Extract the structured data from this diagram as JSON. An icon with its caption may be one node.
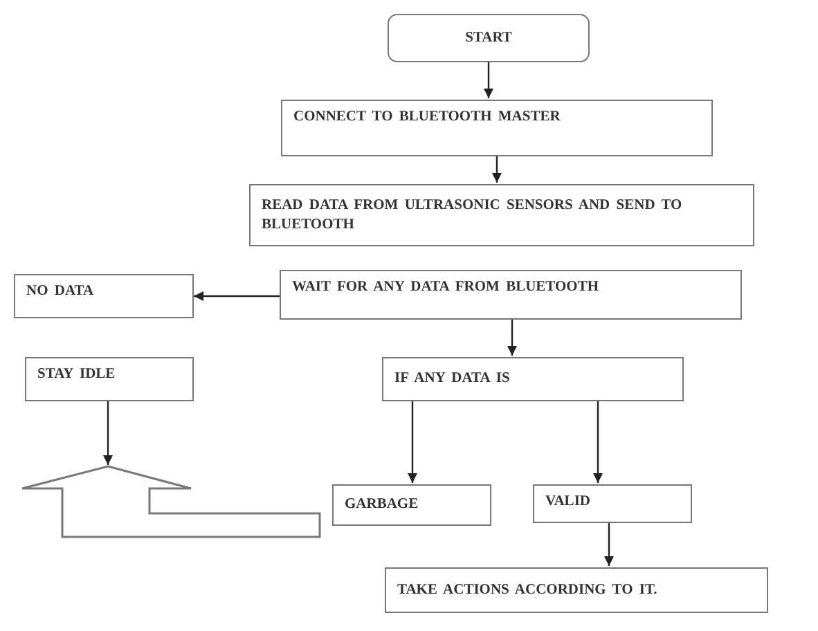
{
  "diagram": {
    "nodes": [
      {
        "text": [
          "START"
        ]
      },
      {
        "text": [
          "CONNECT TO BLUETOOTH MASTER"
        ]
      },
      {
        "text": [
          "READ DATA FROM ULTRASONIC SENSORS AND SEND TO BLUETOOTH"
        ]
      },
      {
        "text": [
          "NO DATA"
        ]
      },
      {
        "text": [
          "WAIT FOR ANY DATA FROM BLUETOOTH"
        ]
      },
      {
        "text": [
          "STAY IDLE"
        ]
      },
      {
        "text": [
          "IF ANY DATA IS"
        ]
      },
      {
        "text": [],
        "shape": "arrow"
      },
      {
        "text": [
          "GARBAGE"
        ]
      },
      {
        "text": [
          "VALID"
        ]
      },
      {
        "text": [
          "TAKE ACTIONS ACCORDING TO IT."
        ]
      }
    ],
    "edges": [
      {
        "from": 0,
        "to": 1,
        "arrow": "to"
      },
      {
        "from": 1,
        "to": 2,
        "arrow": "to"
      },
      {
        "from": 4,
        "to": 3,
        "arrow": "to"
      },
      {
        "from": 4,
        "to": 6,
        "arrow": "to"
      },
      {
        "from": 5,
        "to": 7,
        "arrow": "to"
      },
      {
        "from": 6,
        "to": 8,
        "arrow": "to"
      },
      {
        "from": 6,
        "to": 9,
        "arrow": "to"
      },
      {
        "from": 9,
        "to": 10,
        "arrow": "to"
      }
    ]
  }
}
